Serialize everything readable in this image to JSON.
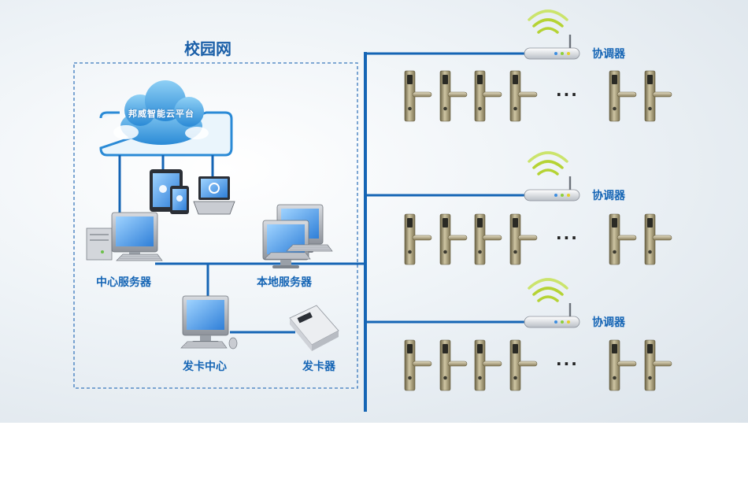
{
  "diagram": {
    "campus_label": "校园网",
    "cloud_label": "邦威智能云平台",
    "central_server_label": "中心服务器",
    "local_server_label": "本地服务器",
    "card_center_label": "发卡中心",
    "card_issuer_label": "发卡器",
    "ellipsis": "···",
    "coordinators": [
      {
        "label": "协调器"
      },
      {
        "label": "协调器"
      },
      {
        "label": "协调器"
      }
    ]
  },
  "colors": {
    "line": "#1565b5",
    "dashed_border": "#3a78bd",
    "label": "#1565b5",
    "wifi": "#b5d334"
  }
}
